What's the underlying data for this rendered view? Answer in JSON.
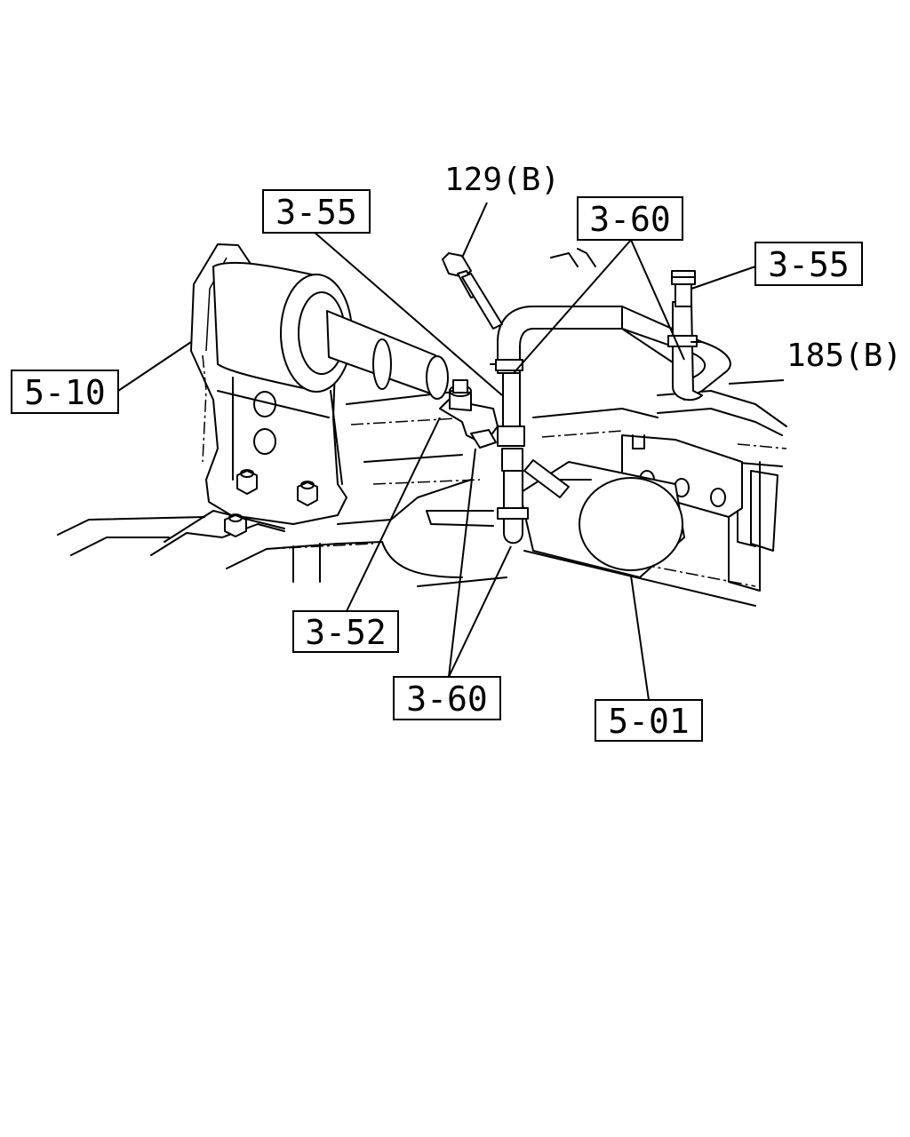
{
  "callouts": {
    "c_3_55_left": "3-55",
    "c_129b": "129(B)",
    "c_3_60_top": "3-60",
    "c_3_55_right": "3-55",
    "c_185b": "185(B)",
    "c_5_10": "5-10",
    "c_3_52": "3-52",
    "c_3_60_bottom": "3-60",
    "c_5_01": "5-01"
  }
}
